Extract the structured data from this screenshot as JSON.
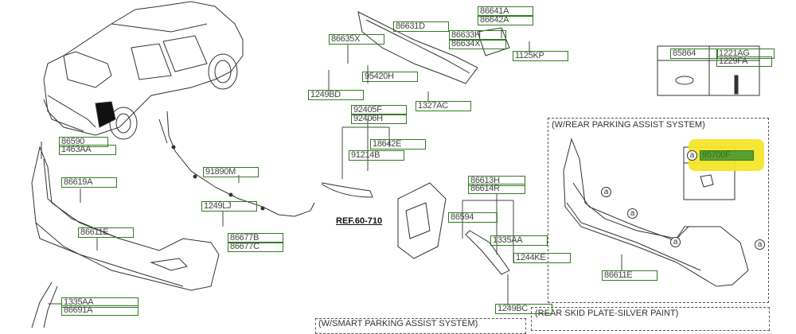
{
  "diagram": {
    "reference": "REF.60-710",
    "callout_marker": "a",
    "highlight_color": "#f5e52a",
    "label_border_color": "#2f7d1f",
    "labels": [
      {
        "id": "86641A",
        "text": "86641A"
      },
      {
        "id": "86642A",
        "text": "86642A"
      },
      {
        "id": "86631D",
        "text": "86631D"
      },
      {
        "id": "86633H",
        "text": "86633H"
      },
      {
        "id": "86634X",
        "text": "86634X"
      },
      {
        "id": "86635X",
        "text": "86635X"
      },
      {
        "id": "1125KP",
        "text": "1125KP"
      },
      {
        "id": "95420H",
        "text": "95420H"
      },
      {
        "id": "1249BD",
        "text": "1249BD"
      },
      {
        "id": "1327AC",
        "text": "1327AC"
      },
      {
        "id": "85864",
        "text": "85864"
      },
      {
        "id": "1221AG",
        "text": "1221AG"
      },
      {
        "id": "1229FA",
        "text": "1229FA"
      },
      {
        "id": "92405F",
        "text": "92405F"
      },
      {
        "id": "92406H",
        "text": "92406H"
      },
      {
        "id": "18642E",
        "text": "18642E"
      },
      {
        "id": "91214B",
        "text": "91214B"
      },
      {
        "id": "86590",
        "text": "86590"
      },
      {
        "id": "1463AA",
        "text": "1463AA"
      },
      {
        "id": "86619A",
        "text": "86619A"
      },
      {
        "id": "91890M",
        "text": "91890M"
      },
      {
        "id": "1249LJ",
        "text": "1249LJ"
      },
      {
        "id": "86611E_main",
        "text": "86611E"
      },
      {
        "id": "86677B",
        "text": "86677B"
      },
      {
        "id": "86677C",
        "text": "86677C"
      },
      {
        "id": "86613H",
        "text": "86613H"
      },
      {
        "id": "86614R",
        "text": "86614R"
      },
      {
        "id": "86594",
        "text": "86594"
      },
      {
        "id": "1335AA_right",
        "text": "1335AA"
      },
      {
        "id": "1244KE",
        "text": "1244KE"
      },
      {
        "id": "1249BC",
        "text": "1249BC"
      },
      {
        "id": "1335AA_left",
        "text": "1335AA"
      },
      {
        "id": "86691A",
        "text": "86691A"
      },
      {
        "id": "95700F",
        "text": "95700F"
      },
      {
        "id": "86611E_pas",
        "text": "86611E"
      }
    ],
    "sections": {
      "rear_parking_assist": "(W/REAR PARKING ASSIST SYSTEM)",
      "smart_parking_assist": "(W/SMART PARKING ASSIST SYSTEM)",
      "rear_skid_plate": "(REAR SKID PLATE-SILVER PAINT)"
    }
  }
}
